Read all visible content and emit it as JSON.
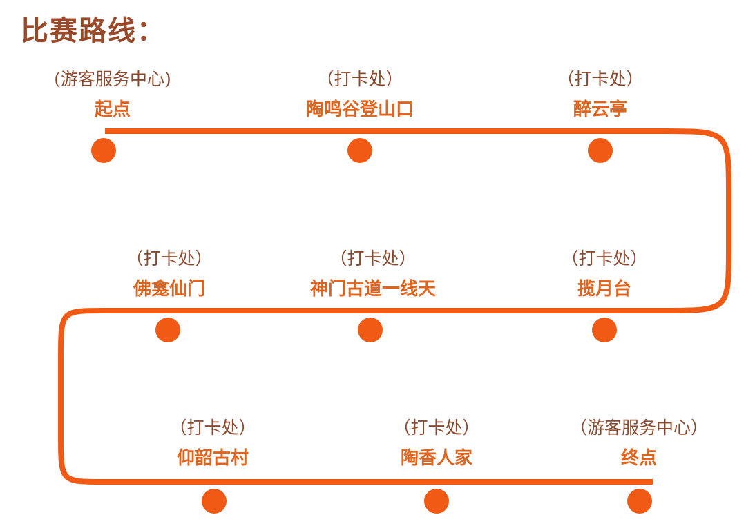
{
  "title": "比赛路线：",
  "colors": {
    "title": "#9a4a2a",
    "note": "#8a4a30",
    "name": "#e0641e",
    "route": "#f05a14"
  },
  "stops": [
    {
      "note": "(游客服务中心)",
      "name": "起点"
    },
    {
      "note": "（打卡处）",
      "name": "陶鸣谷登山口"
    },
    {
      "note": "（打卡处）",
      "name": "醉云亭"
    },
    {
      "note": "（打卡处）",
      "name": "佛龛仙门"
    },
    {
      "note": "（打卡处）",
      "name": "神门古道一线天"
    },
    {
      "note": "（打卡处）",
      "name": "揽月台"
    },
    {
      "note": "（打卡处）",
      "name": "仰韶古村"
    },
    {
      "note": "（打卡处）",
      "name": "陶香人家"
    },
    {
      "note": "（游客服务中心）",
      "name": "终点"
    }
  ]
}
